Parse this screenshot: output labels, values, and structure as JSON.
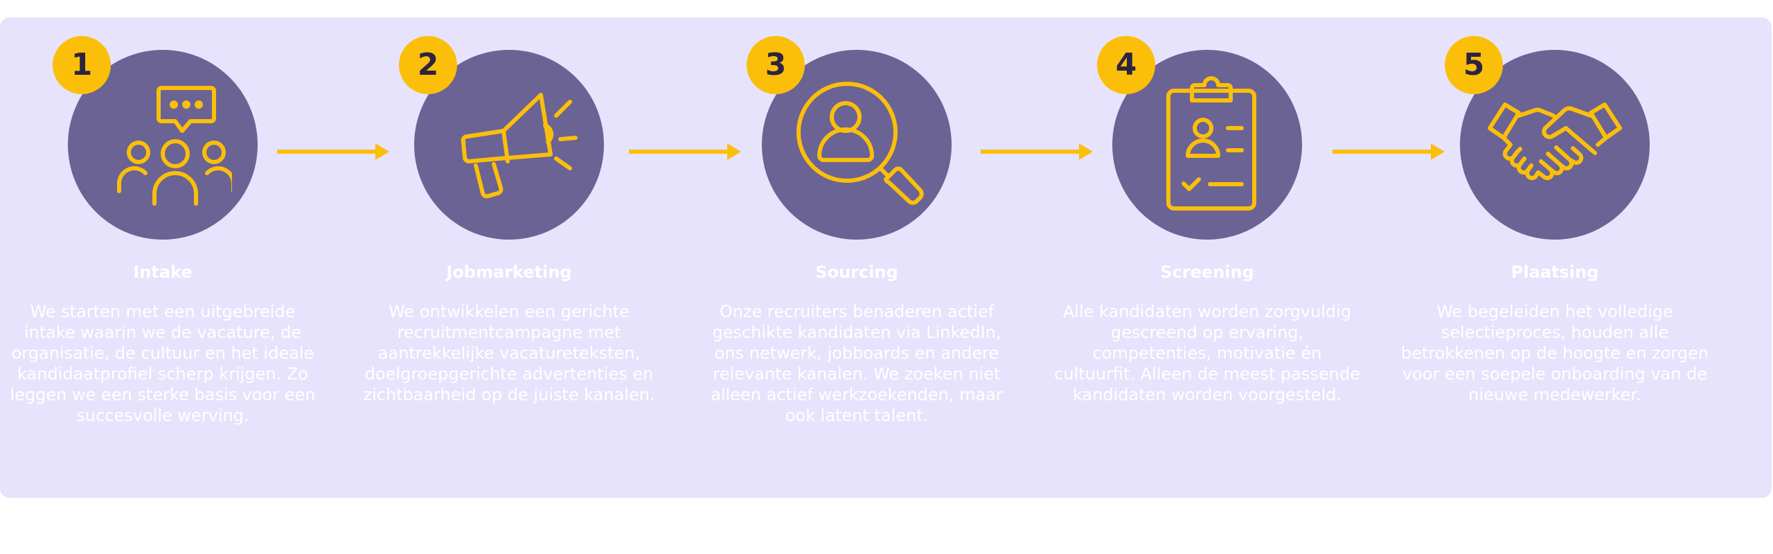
{
  "colors": {
    "panel_background": "#e7e3fc",
    "circle": "#6b6394",
    "accent": "#fbbf0a",
    "badge_text": "#2b2440",
    "text": "#ffffff"
  },
  "steps": [
    {
      "number": "1",
      "title": "Intake",
      "icon": "team-chat-icon",
      "description": "We starten met een uitgebreide intake waarin we de vacature, de organisatie, de cultuur en het ideale kandidaatprofiel scherp krijgen. Zo leggen we een sterke basis voor een succesvolle werving."
    },
    {
      "number": "2",
      "title": "Jobmarketing",
      "icon": "megaphone-icon",
      "description": "We ontwikkelen een gerichte recruitmentcampagne met aantrekkelijke vacatureteksten, doelgroepgerichte advertenties en zichtbaarheid op de juiste kanalen."
    },
    {
      "number": "3",
      "title": "Sourcing",
      "icon": "search-person-icon",
      "description": "Onze recruiters benaderen actief geschikte kandidaten via LinkedIn, ons netwerk, jobboards en andere relevante kanalen. We zoeken niet alleen actief werkzoekenden, maar ook latent talent."
    },
    {
      "number": "4",
      "title": "Screening",
      "icon": "clipboard-profile-icon",
      "description": "Alle kandidaten worden zorgvuldig gescreend op ervaring, competenties, motivatie én cultuurfit. Alleen de meest passende kandidaten worden voorgesteld."
    },
    {
      "number": "5",
      "title": "Plaatsing",
      "icon": "handshake-icon",
      "description": "We begeleiden het volledige selectieproces, houden alle betrokkenen op de hoogte en zorgen voor een soepele onboarding van de nieuwe medewerker."
    }
  ]
}
